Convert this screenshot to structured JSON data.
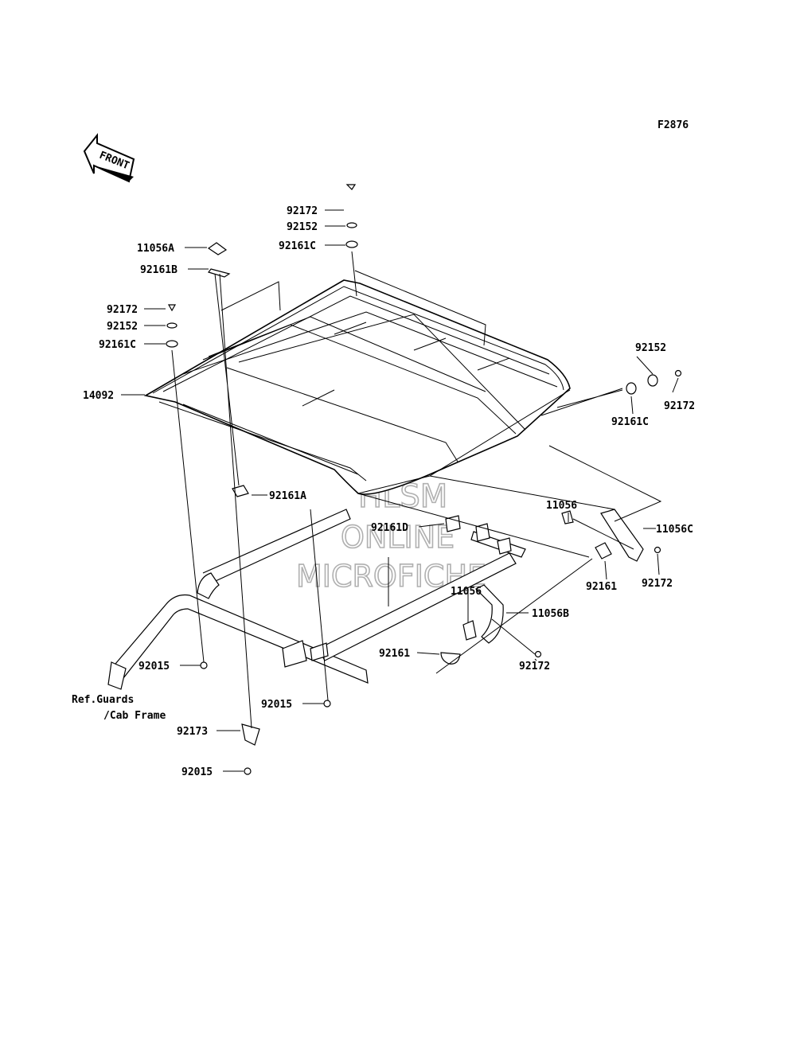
{
  "figure_code": "F2876",
  "front_arrow": "FRONT",
  "watermark": {
    "line1": "HLSM",
    "line2": "ONLINE",
    "line3": "MICROFICHE"
  },
  "ref_note": {
    "line1": "Ref.Guards",
    "line2": "/Cab Frame"
  },
  "callouts": [
    "92172",
    "92152",
    "92161C",
    "11056A",
    "92161B",
    "92172",
    "92152",
    "92161C",
    "14092",
    "92152",
    "92172",
    "92161C",
    "92161A",
    "92161D",
    "11056",
    "11056C",
    "92161",
    "92172",
    "11056",
    "11056B",
    "92161",
    "92172",
    "92015",
    "92015",
    "92173",
    "92015"
  ]
}
